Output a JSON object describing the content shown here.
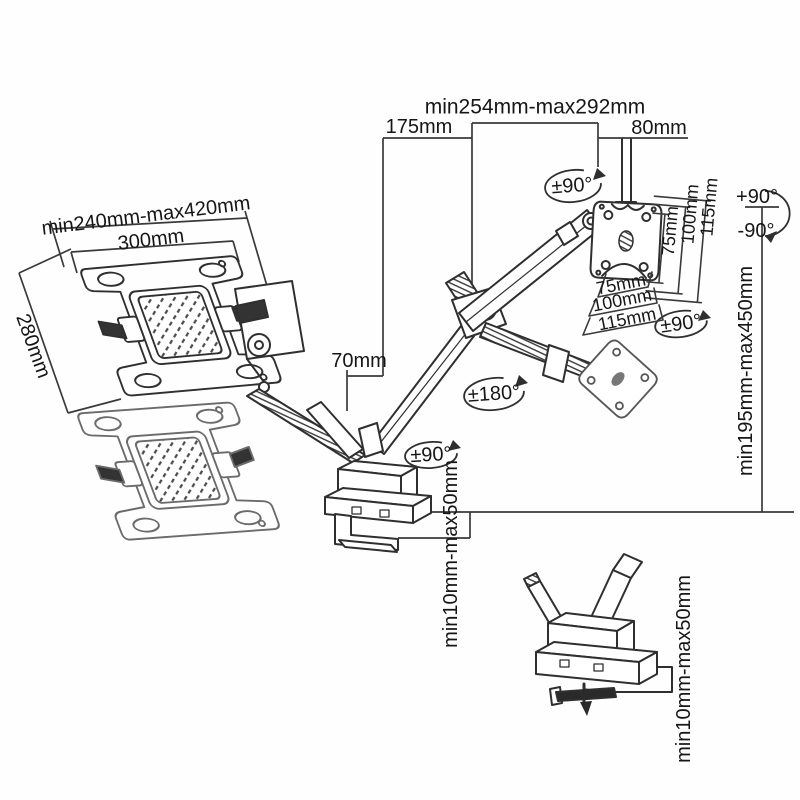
{
  "diagram": {
    "type": "technical-dimension-drawing",
    "subject": "gas-spring desk-clamp monitor arm with laptop tray",
    "background": "#fefefe",
    "line_color": "#2f2f2f",
    "text_color": "#161616",
    "dimensions": {
      "top_span_range": "min254mm-max292mm",
      "rear_arm_reach": "175mm",
      "head_offset": "80mm",
      "pole_offset": "70mm",
      "height_range": "min195mm-max450mm",
      "tray_width_range": "min240mm-max420mm",
      "tray_width": "300mm",
      "tray_depth": "280mm",
      "desk_thickness_main": "min10mm-max50mm",
      "desk_thickness_detail": "min10mm-max50mm",
      "vesa_vertical": [
        "75mm",
        "100mm",
        "115mm"
      ],
      "vesa_horizontal": [
        "75mm",
        "100mm",
        "115mm"
      ]
    },
    "rotations": {
      "head_swivel": "±90°",
      "monitor_tilt_up": "+90°",
      "monitor_tilt_down": "-90°",
      "vesa_rotation": "±90°",
      "arm_swivel": "±180°",
      "base_swivel": "±90°"
    }
  }
}
